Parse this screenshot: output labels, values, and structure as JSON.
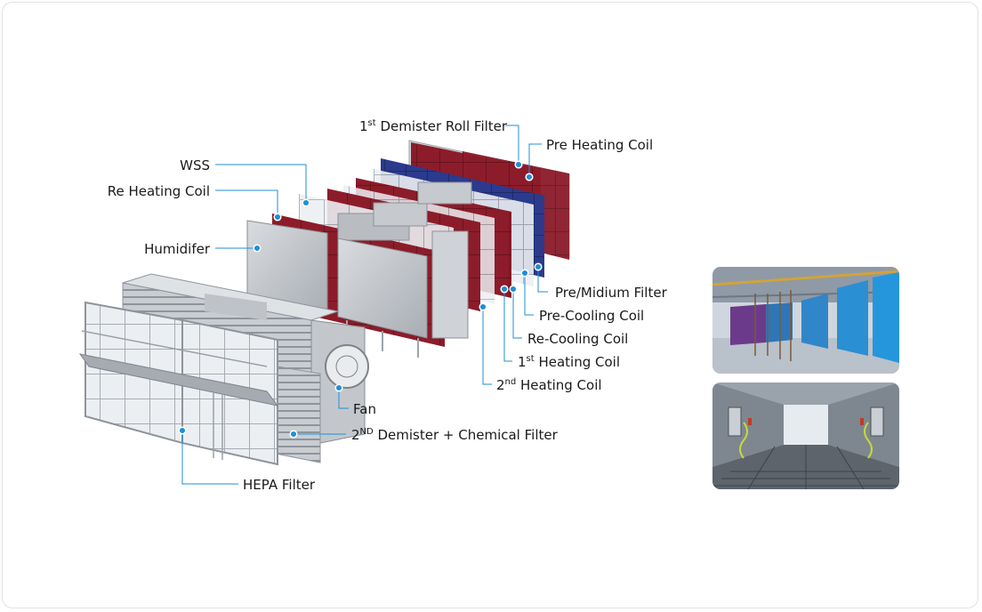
{
  "components": [
    {
      "id": "demister-roll",
      "base": "1",
      "sup": "st",
      "rest": " Demister Roll Filter"
    },
    {
      "id": "pre-heating",
      "base": "Pre Heating Coil",
      "sup": "",
      "rest": ""
    },
    {
      "id": "wss",
      "base": "WSS",
      "sup": "",
      "rest": ""
    },
    {
      "id": "re-heating",
      "base": "Re Heating Coil",
      "sup": "",
      "rest": ""
    },
    {
      "id": "humidifer",
      "base": "Humidifer",
      "sup": "",
      "rest": ""
    },
    {
      "id": "pre-midium",
      "base": "Pre/Midium Filter",
      "sup": "",
      "rest": ""
    },
    {
      "id": "pre-cooling",
      "base": "Pre-Cooling Coil",
      "sup": "",
      "rest": ""
    },
    {
      "id": "re-cooling",
      "base": "Re-Cooling Coil",
      "sup": "",
      "rest": ""
    },
    {
      "id": "heating-1",
      "base": "1",
      "sup": "st",
      "rest": " Heating Coil"
    },
    {
      "id": "heating-2",
      "base": "2",
      "sup": "nd",
      "rest": " Heating Coil"
    },
    {
      "id": "fan",
      "base": "Fan",
      "sup": "",
      "rest": ""
    },
    {
      "id": "demister-chem",
      "base": "2",
      "sup": "ND",
      "rest": " Demister + Chemical Filter"
    },
    {
      "id": "hepa",
      "base": "HEPA Filter",
      "sup": "",
      "rest": ""
    }
  ],
  "colors": {
    "leader": "#1f8fd6",
    "coil_red": "#8c1c2a",
    "filter_blue": "#2b3a8c",
    "frame_grey": "#b8bcc2"
  },
  "photos": [
    {
      "name": "factory-photo",
      "icon": "photo-icon"
    },
    {
      "name": "corridor-photo",
      "icon": "photo-icon"
    }
  ]
}
